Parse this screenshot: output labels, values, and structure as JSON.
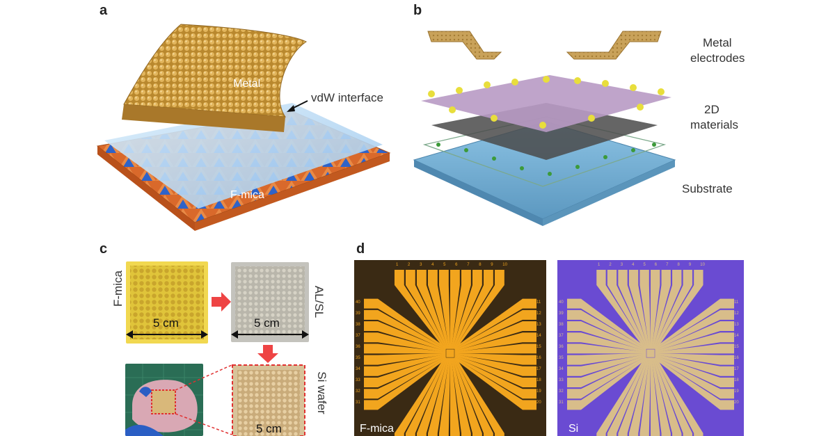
{
  "panels": {
    "a": {
      "letter": "a",
      "metal_label": "Metal",
      "interface_label": "vdW interface",
      "substrate_label": "F-mica"
    },
    "b": {
      "letter": "b",
      "electrodes_label_1": "Metal",
      "electrodes_label_2": "electrodes",
      "materials_label_1": "2D",
      "materials_label_2": "materials",
      "substrate_label": "Substrate"
    },
    "c": {
      "letter": "c",
      "fmica_label": "F-mica",
      "alsl_label": "AL/SL",
      "si_wafer_label": "Si wafer",
      "size_label_1": "5 cm",
      "size_label_2": "5 cm",
      "size_label_3": "5 cm"
    },
    "d": {
      "letter": "d",
      "top_numbers": [
        "1",
        "2",
        "3",
        "4",
        "5",
        "6",
        "7",
        "8",
        "9",
        "10"
      ],
      "right_numbers": [
        "11",
        "12",
        "13",
        "14",
        "15",
        "16",
        "17",
        "18",
        "19",
        "20"
      ],
      "left_numbers": [
        "40",
        "39",
        "38",
        "37",
        "36",
        "35",
        "34",
        "33",
        "32",
        "31"
      ],
      "left_image_label": "F-mica",
      "right_image_label": "Si"
    }
  },
  "colors": {
    "metal_gold": "#c79a3c",
    "mica_orange": "#d7692a",
    "mica_blue": "#2f6fd0",
    "substrate_blue": "#6aa8cc",
    "device_dark_bg": "#3a2a14",
    "device_gold": "#f2a51e",
    "device_purple_bg": "#6a4bd2",
    "device_tan": "#d8bd8a",
    "arrow_red": "#ee4444"
  }
}
